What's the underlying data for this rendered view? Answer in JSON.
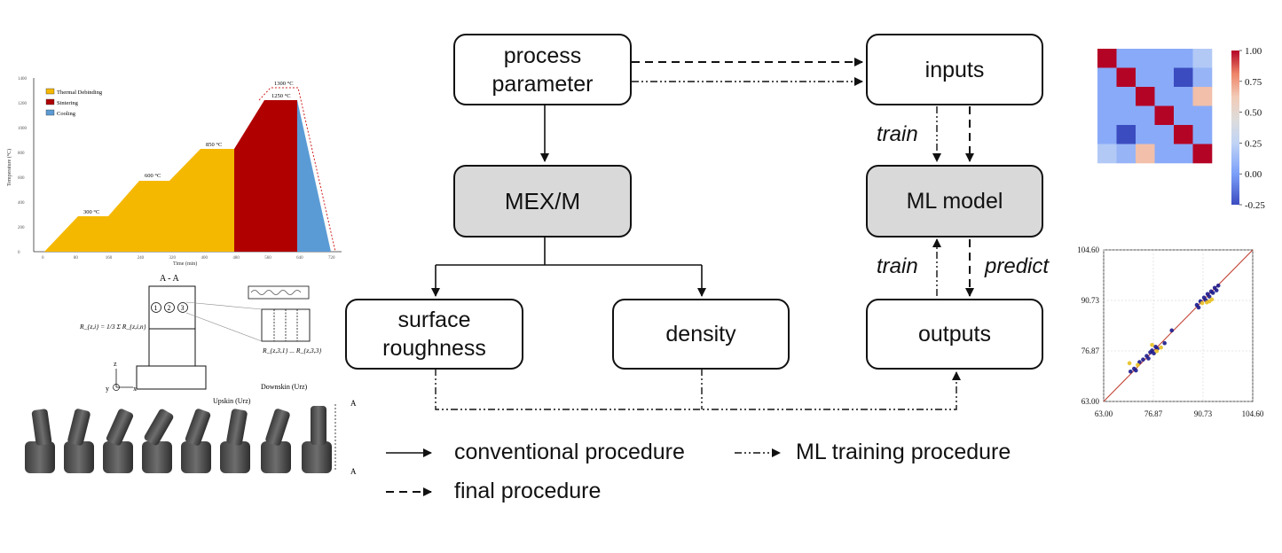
{
  "nodes": {
    "process_parameter": "process\nparameter",
    "mex_m": "MEX/M",
    "surface_roughness": "surface\nroughness",
    "density": "density",
    "inputs": "inputs",
    "ml_model": "ML model",
    "outputs": "outputs"
  },
  "edge_labels": {
    "train_top": "train",
    "train_bottom": "train",
    "predict": "predict"
  },
  "legend": {
    "conventional": "conventional procedure",
    "ml_training": "ML training procedure",
    "final": "final procedure"
  },
  "sintering_chart": {
    "legend": [
      "Thermal Debinding",
      "Sintering",
      "Cooling"
    ],
    "legend_colors": [
      "#f5b800",
      "#b00000",
      "#5b9bd5"
    ],
    "temps": [
      "300 °C",
      "600 °C",
      "850 °C",
      "1250 °C",
      "1300 °C"
    ],
    "ylabel": "Temperature (°C)",
    "xlabel": "Time (min)",
    "yticks": [
      "0",
      "200",
      "400",
      "600",
      "800",
      "1000",
      "1200",
      "1400"
    ],
    "xticks": [
      "0",
      "80",
      "160",
      "240",
      "320",
      "400",
      "480",
      "560",
      "640",
      "720"
    ]
  },
  "roughness_sketch": {
    "section": "A - A",
    "formula": "R_{z,i} = 1/3 Σ R_{z,i,n}",
    "right_label": "R_{z,3,1} ... R_{z,3,3}",
    "upskin": "Upskin (Urz)",
    "downskin": "Downskin (Urz)",
    "marker_a": "A",
    "axis_z": "z",
    "axis_y": "y",
    "axis_x": "x",
    "circles": [
      "1",
      "2",
      "3"
    ]
  },
  "heatmap": {
    "matrix": [
      [
        1.0,
        0.05,
        0.05,
        0.05,
        0.05,
        0.2
      ],
      [
        0.05,
        1.0,
        0.05,
        0.05,
        -0.25,
        0.1
      ],
      [
        0.05,
        0.05,
        1.0,
        0.05,
        0.05,
        0.65
      ],
      [
        0.05,
        0.05,
        0.05,
        1.0,
        0.05,
        0.05
      ],
      [
        0.05,
        -0.25,
        0.05,
        0.05,
        1.0,
        0.05
      ],
      [
        0.2,
        0.1,
        0.65,
        0.05,
        0.05,
        1.0
      ]
    ],
    "colorbar_ticks": [
      "1.00",
      "0.75",
      "0.50",
      "0.25",
      "0.00",
      "-0.25"
    ],
    "vmin": -0.25,
    "vmax": 1.0
  },
  "chart_data": {
    "type": "scatter",
    "title": "",
    "xlabel": "",
    "ylabel": "",
    "xlim": [
      63.0,
      104.6
    ],
    "ylim": [
      63.0,
      104.6
    ],
    "xticks": [
      "63.00",
      "76.87",
      "90.73",
      "104.60"
    ],
    "yticks": [
      "63.00",
      "76.87",
      "90.73",
      "104.60"
    ],
    "grid": true,
    "series": [
      {
        "color": "#1a1a8c",
        "points": [
          [
            70.5,
            71.2
          ],
          [
            71.5,
            72.0
          ],
          [
            72.0,
            71.5
          ],
          [
            73.0,
            73.8
          ],
          [
            74.0,
            74.5
          ],
          [
            75.0,
            75.5
          ],
          [
            75.5,
            74.8
          ],
          [
            76.0,
            76.5
          ],
          [
            76.5,
            77.0
          ],
          [
            77.0,
            76.2
          ],
          [
            77.5,
            78.0
          ],
          [
            78.0,
            77.5
          ],
          [
            80.0,
            79.0
          ],
          [
            82.0,
            82.5
          ],
          [
            89.0,
            89.5
          ],
          [
            89.5,
            88.8
          ],
          [
            90.0,
            90.5
          ],
          [
            91.0,
            91.5
          ],
          [
            91.5,
            90.8
          ],
          [
            92.0,
            92.5
          ],
          [
            92.5,
            91.8
          ],
          [
            93.0,
            93.2
          ],
          [
            93.5,
            92.8
          ],
          [
            94.0,
            94.2
          ],
          [
            94.5,
            93.5
          ],
          [
            95.0,
            94.8
          ]
        ]
      },
      {
        "color": "#e8c020",
        "points": [
          [
            70.2,
            73.5
          ],
          [
            72.5,
            73.0
          ],
          [
            76.5,
            78.5
          ],
          [
            77.8,
            76.8
          ],
          [
            79.0,
            77.8
          ],
          [
            90.5,
            90.0
          ],
          [
            91.8,
            90.2
          ],
          [
            92.5,
            90.5
          ],
          [
            93.2,
            91.0
          ]
        ]
      }
    ],
    "reference_line": {
      "color": "#c0392b",
      "from": [
        63.0,
        63.0
      ],
      "to": [
        104.6,
        104.6
      ]
    }
  }
}
